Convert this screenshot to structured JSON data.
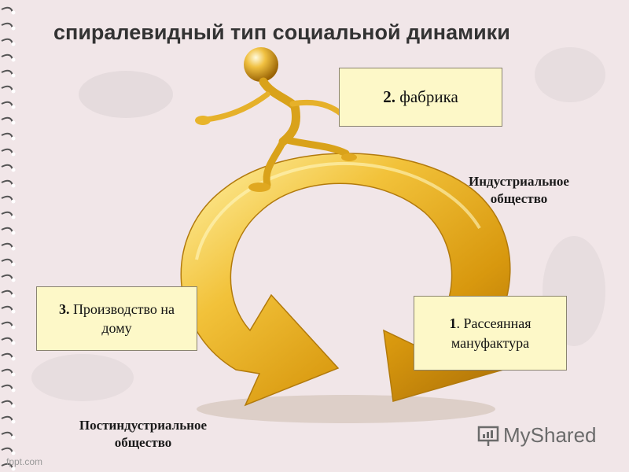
{
  "title": "спиралевидный тип социальной динамики",
  "notes": [
    {
      "num": "2.",
      "text": "фабрика"
    },
    {
      "num": "3.",
      "text": "Производство на дому"
    },
    {
      "num": "1",
      "text": ". Рассеянная мануфактура"
    }
  ],
  "stages": {
    "industrial_line1": "Индустриальное",
    "industrial_line2": "общество",
    "postindustrial_line1": "Постиндустриальное",
    "postindustrial_line2": "общество"
  },
  "footer": {
    "watermark": "fppt.com",
    "logo_text": "MyShared"
  },
  "colors": {
    "background": "#f1e6e8",
    "gold": "#e8b020",
    "note_fill": "#fdf8c8"
  },
  "icons": [
    "golden-runner-figure",
    "circular-arrow",
    "presentation-board-icon"
  ]
}
